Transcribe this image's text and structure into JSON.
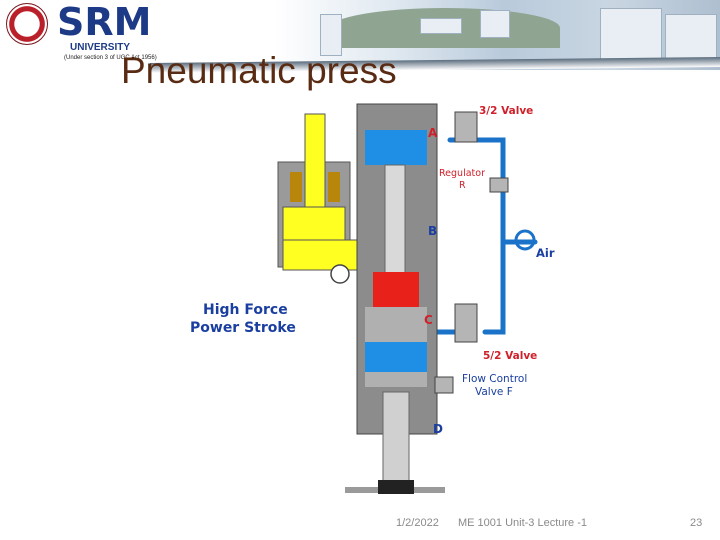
{
  "header": {
    "logo": {
      "name": "SRM",
      "university": "UNIVERSITY",
      "note": "(Under section 3 of UGC Act 1956)"
    }
  },
  "slide": {
    "title": "Pneumatic press"
  },
  "diagram": {
    "labels": {
      "valve_32": "3/2 Valve",
      "port_a": "A",
      "regulator": "Regulator",
      "regulator_r": "R",
      "port_b": "B",
      "air": "Air",
      "high_force_1": "High Force",
      "high_force_2": "Power Stroke",
      "port_c": "C",
      "valve_52": "5/2 Valve",
      "flow_control_1": "Flow Control",
      "flow_control_2": "Valve F",
      "port_d": "D"
    },
    "colors": {
      "air_line": "#1a73c9",
      "cylinder_blue": "#1f8fe6",
      "hydraulic_yellow": "#ffff22",
      "high_pressure_red": "#e8211b",
      "body_grey": "#8c8c8c",
      "label_red": "#d0202a",
      "label_blue": "#1a3fa0"
    }
  },
  "footer": {
    "date": "1/2/2022",
    "course": "ME 1001  Unit-3 Lecture -1",
    "page": "23"
  }
}
